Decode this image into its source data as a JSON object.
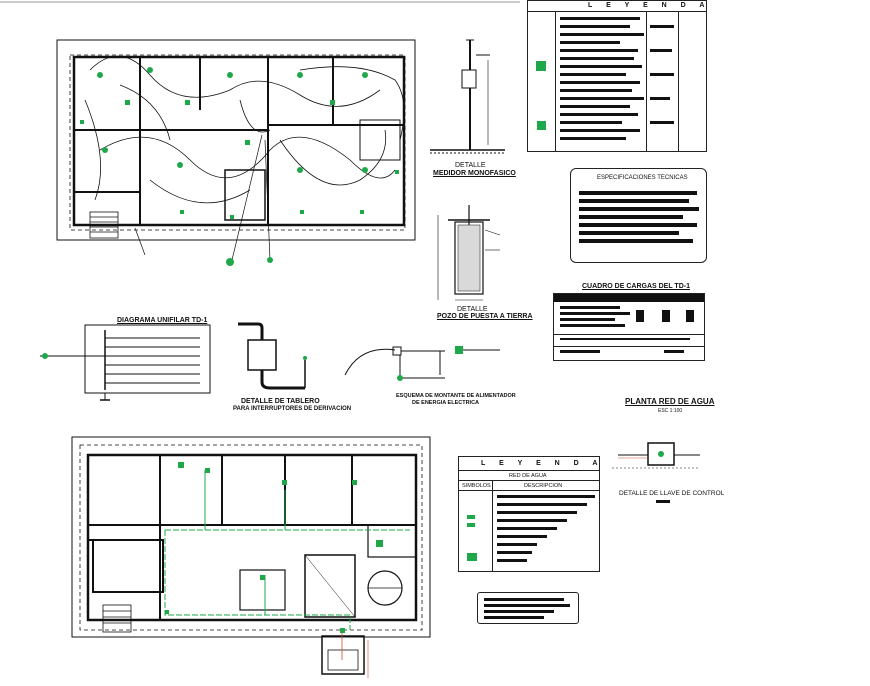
{
  "legend_top": {
    "title": "L E Y E N D A"
  },
  "detail_meter": {
    "title": "DETALLE",
    "subtitle": "MEDIDOR MONOFASICO"
  },
  "detail_ground": {
    "title": "DETALLE",
    "subtitle": "POZO DE PUESTA A TIERRA"
  },
  "technical_specs": {
    "title": "ESPECIFICACIONES TECNICAS"
  },
  "load_table": {
    "title": "CUADRO DE CARGAS DEL TD-1"
  },
  "single_line": {
    "title": "DIAGRAMA UNIFILAR TD-1"
  },
  "box_detail": {
    "line1": "DETALLE DE TABLERO",
    "line2": "PARA INTERRUPTORES DE DERIVACION"
  },
  "feeder_scheme": {
    "line1": "ESQUEMA DE MONTANTE DE ALIMENTADOR",
    "line2": "DE ENERGIA ELECTRICA"
  },
  "water_plan": {
    "title": "PLANTA RED DE AGUA",
    "scale": "ESC 1:100"
  },
  "valve_detail": {
    "title": "DETALLE DE LLAVE DE CONTROL"
  },
  "legend_water": {
    "title": "L E Y E N D A",
    "subtitle": "RED DE AGUA",
    "col_symbols": "SIMBOLOS",
    "col_description": "DESCRIPCION"
  },
  "colors": {
    "line": "#111111",
    "green": "#1fa84a",
    "accent_red": "#d24a3a"
  }
}
